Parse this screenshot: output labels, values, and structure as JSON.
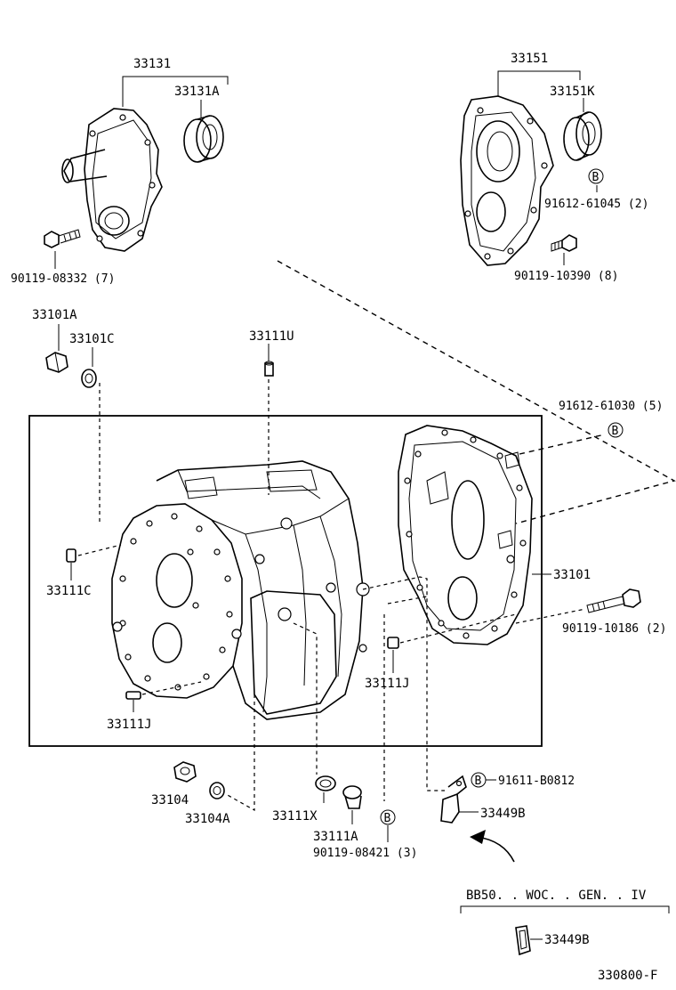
{
  "labels": {
    "p33131": "33131",
    "p33131A": "33131A",
    "p90119_08332": "90119-08332 (7)",
    "p33151": "33151",
    "p33151K": "33151K",
    "bolt_b_top": "B",
    "p91612_61045": "91612-61045 (2)",
    "p90119_10390": "90119-10390 (8)",
    "p33101A": "33101A",
    "p33101C": "33101C",
    "p33111U": "33111U",
    "bolt_b_mid": "B",
    "p91612_61030": "91612-61030 (5)",
    "p33111C": "33111C",
    "p33101": "33101",
    "p90119_10186": "90119-10186 (2)",
    "p33111J_right": "33111J",
    "p33111J_left": "33111J",
    "p33104": "33104",
    "p33104A": "33104A",
    "p33111X": "33111X",
    "p33111A": "33111A",
    "bolt_b_low": "B",
    "p90119_08421": "90119-08421 (3)",
    "bolt_b_bracket": "B",
    "p91611_B0812": "91611-B0812",
    "p33449B": "33449B",
    "variant_note": "BB50. . WOC. . GEN. . IV",
    "p33449B_variant": "33449B",
    "figure_code": "330800-F"
  }
}
